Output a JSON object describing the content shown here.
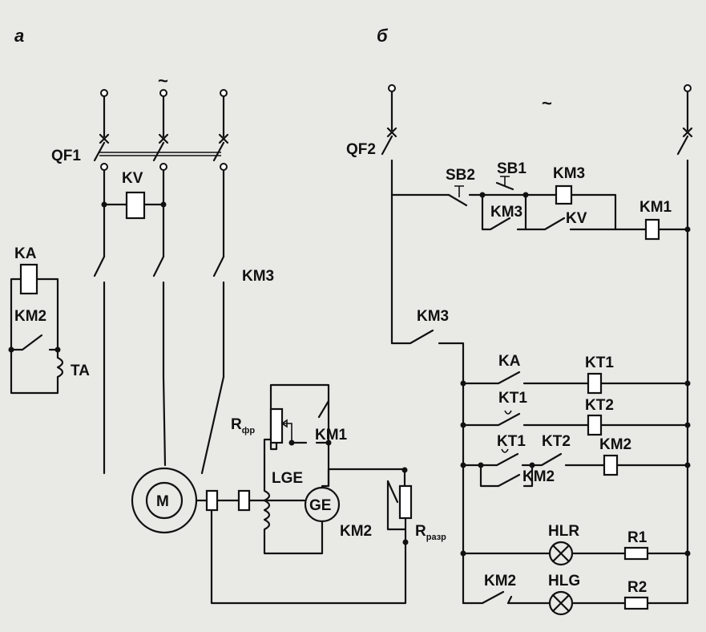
{
  "panels": {
    "a": "а",
    "b": "б"
  },
  "ac_symbol": "~",
  "labels": {
    "QF1": "QF1",
    "KV": "KV",
    "KA": "KA",
    "KM2": "KM2",
    "TA": "TA",
    "KM3": "KM3",
    "M": "M",
    "GE": "GE",
    "LGE": "LGE",
    "KM1": "KM1",
    "R_main": "R",
    "R_fr_sub": "фр",
    "R_razr_sub": "разр",
    "QF2": "QF2",
    "SB2": "SB2",
    "SB1": "SB1",
    "KT1": "KT1",
    "KT2": "KT2",
    "HLR": "HLR",
    "HLG": "HLG",
    "R1": "R1",
    "R2": "R2"
  }
}
